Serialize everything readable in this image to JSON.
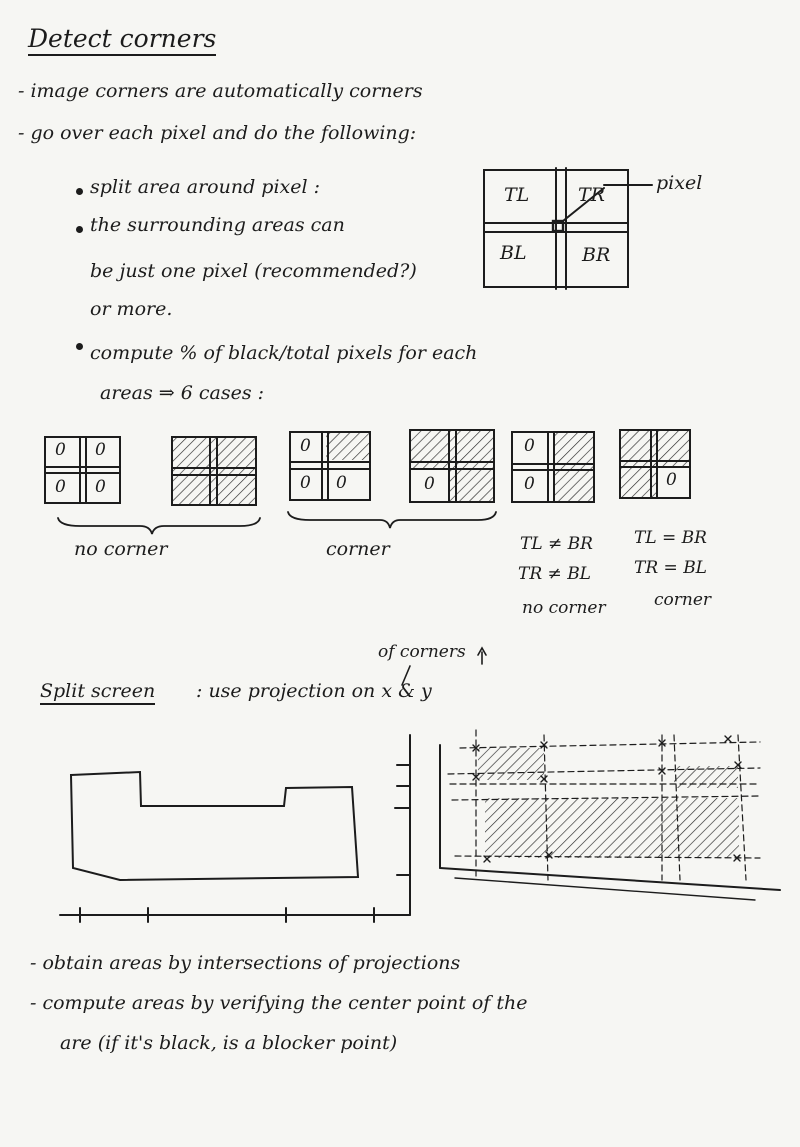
{
  "title": "Detect corners",
  "notes": {
    "line1": "- image corners are automatically corners",
    "line2": "- go over each pixel and do the following:",
    "bullet1": "split area around pixel :",
    "bullet2a": "the surrounding areas can",
    "bullet2b": "be just one pixel (recommended?)",
    "bullet2c": "or more.",
    "bullet3a": "compute % of black/total pixels for each",
    "bullet3b": "areas ⇒ 6 cases :"
  },
  "quad": {
    "tl": "TL",
    "tr": "TR",
    "bl": "BL",
    "br": "BR",
    "pixel": "pixel"
  },
  "cases": {
    "zero": "0",
    "no_corner": "no corner",
    "corner": "corner",
    "diag1": "TL ≠ BR",
    "diag2": "TR ≠ BL",
    "diag_no": "no corner",
    "eq1": "TL = BR",
    "eq2": "TR = BL",
    "eq_corner": "corner"
  },
  "split": {
    "heading": "Split screen",
    "rest": ": use projection on x & y",
    "insert": "of corners"
  },
  "bottom": {
    "line1": "- obtain areas by intersections of projections",
    "line2": "- compute areas by verifying the center point of the",
    "line3": "are (if it's black, is a blocker point)"
  }
}
